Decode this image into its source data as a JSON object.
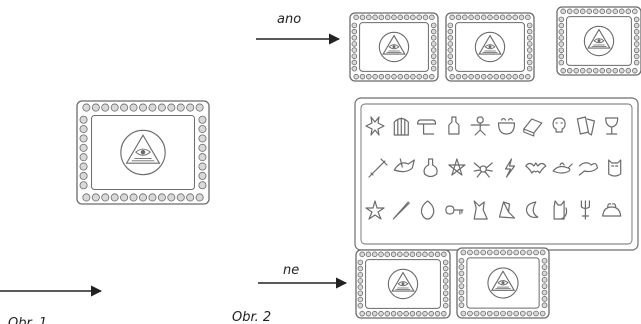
{
  "labels": {
    "yes": "ano",
    "no": "ne",
    "fig1": "Obr. 1",
    "fig2": "Obr. 2"
  },
  "colors": {
    "stroke": "#6b6b6b",
    "frame": "#6e6e6e",
    "dot": "#d9d9d9",
    "paper": "#ffffff",
    "arrow": "#222222"
  },
  "icons": [
    "explosion-icon",
    "cage-icon",
    "scroll-icon",
    "bottle-icon",
    "gingerbread-icon",
    "cauldron-icon",
    "book-icon",
    "skull-candle-icon",
    "cards-icon",
    "goblet-icon",
    "sword-icon",
    "dragon-icon",
    "potion-icon",
    "pentagram-icon",
    "spider-icon",
    "lightning-icon",
    "bat-icon",
    "lamp-icon",
    "bird-icon",
    "owl-icon",
    "star-icon",
    "wand-icon",
    "egg-icon",
    "key-icon",
    "wolf-icon",
    "crystal-icon",
    "moon-icon",
    "cat-icon",
    "fork-icon",
    "toad-icon"
  ]
}
